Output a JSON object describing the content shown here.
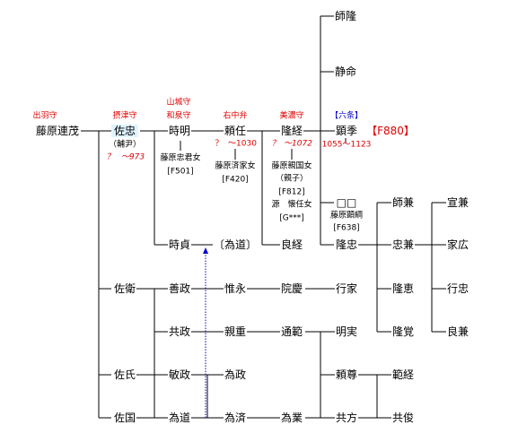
{
  "people": {
    "fujiwara_renmo": "藤原連茂",
    "suketada": "佐忠",
    "suketada_note": "（輔尹）",
    "suketada_dates_q": "？",
    "suketada_dates": "～973",
    "tokiaki": "時明",
    "yorito": "頼任",
    "takatsune": "隆経",
    "akisue": "顕季",
    "shiryu": "師隆",
    "seimei": "静命",
    "tokisada": "時貞",
    "idou": "〔為道〕",
    "yoshitsune": "良経",
    "takatada": "隆忠",
    "unknown_pair": "□□",
    "morokane": "師兼",
    "tadakane": "忠兼",
    "takae": "隆恵",
    "takasato": "隆覚",
    "senkane": "宣兼",
    "iehiro": "家広",
    "yukitada": "行忠",
    "yoshikane": "良兼",
    "sae": "佐衛",
    "yoshimasa": "善政",
    "korenaga": "惟永",
    "inkei": "院慶",
    "yukiie": "行家",
    "tomomasa": "共政",
    "chikashige": "親重",
    "michinori": "通範",
    "akizane": "明実",
    "sashi": "佐氏",
    "toshimasa": "敏政",
    "tamemasa": "為政",
    "yoritaka": "頼尊",
    "noritsune": "範経",
    "sakoku": "佐国",
    "tamemichi": "為道",
    "tamezumi": "為済",
    "tamenari": "為業",
    "tomokata": "共方",
    "tomotoshi": "共俊"
  },
  "titles": {
    "dewa": "出羽守",
    "settsu": "摂津守",
    "yamashiro": "山城守",
    "izumi": "和泉守",
    "uchuben": "右中弁",
    "mino": "美濃守",
    "rokujo": "【六条】"
  },
  "spouses": {
    "tokiaki_wife_name": "藤原忠君女",
    "tokiaki_wife_code": "[F501]",
    "yorito_dates_q": "？",
    "yorito_dates": "～1030",
    "yorito_wife_name": "藤原済家女",
    "yorito_wife_code": "[F420]",
    "takatsune_dates_q": "？",
    "takatsune_dates": "～1072",
    "takatsune_wife1_name": "藤原親国女",
    "takatsune_wife1_note": "（親子）",
    "takatsune_wife1_code": "[F812]",
    "takatsune_wife2_name": "源　懐任女",
    "takatsune_wife2_code": "[G***]",
    "akisue_code": "【F880】",
    "akisue_dates": "1055～1123",
    "pair_name": "藤原顕綱",
    "pair_code": "[F638]"
  }
}
